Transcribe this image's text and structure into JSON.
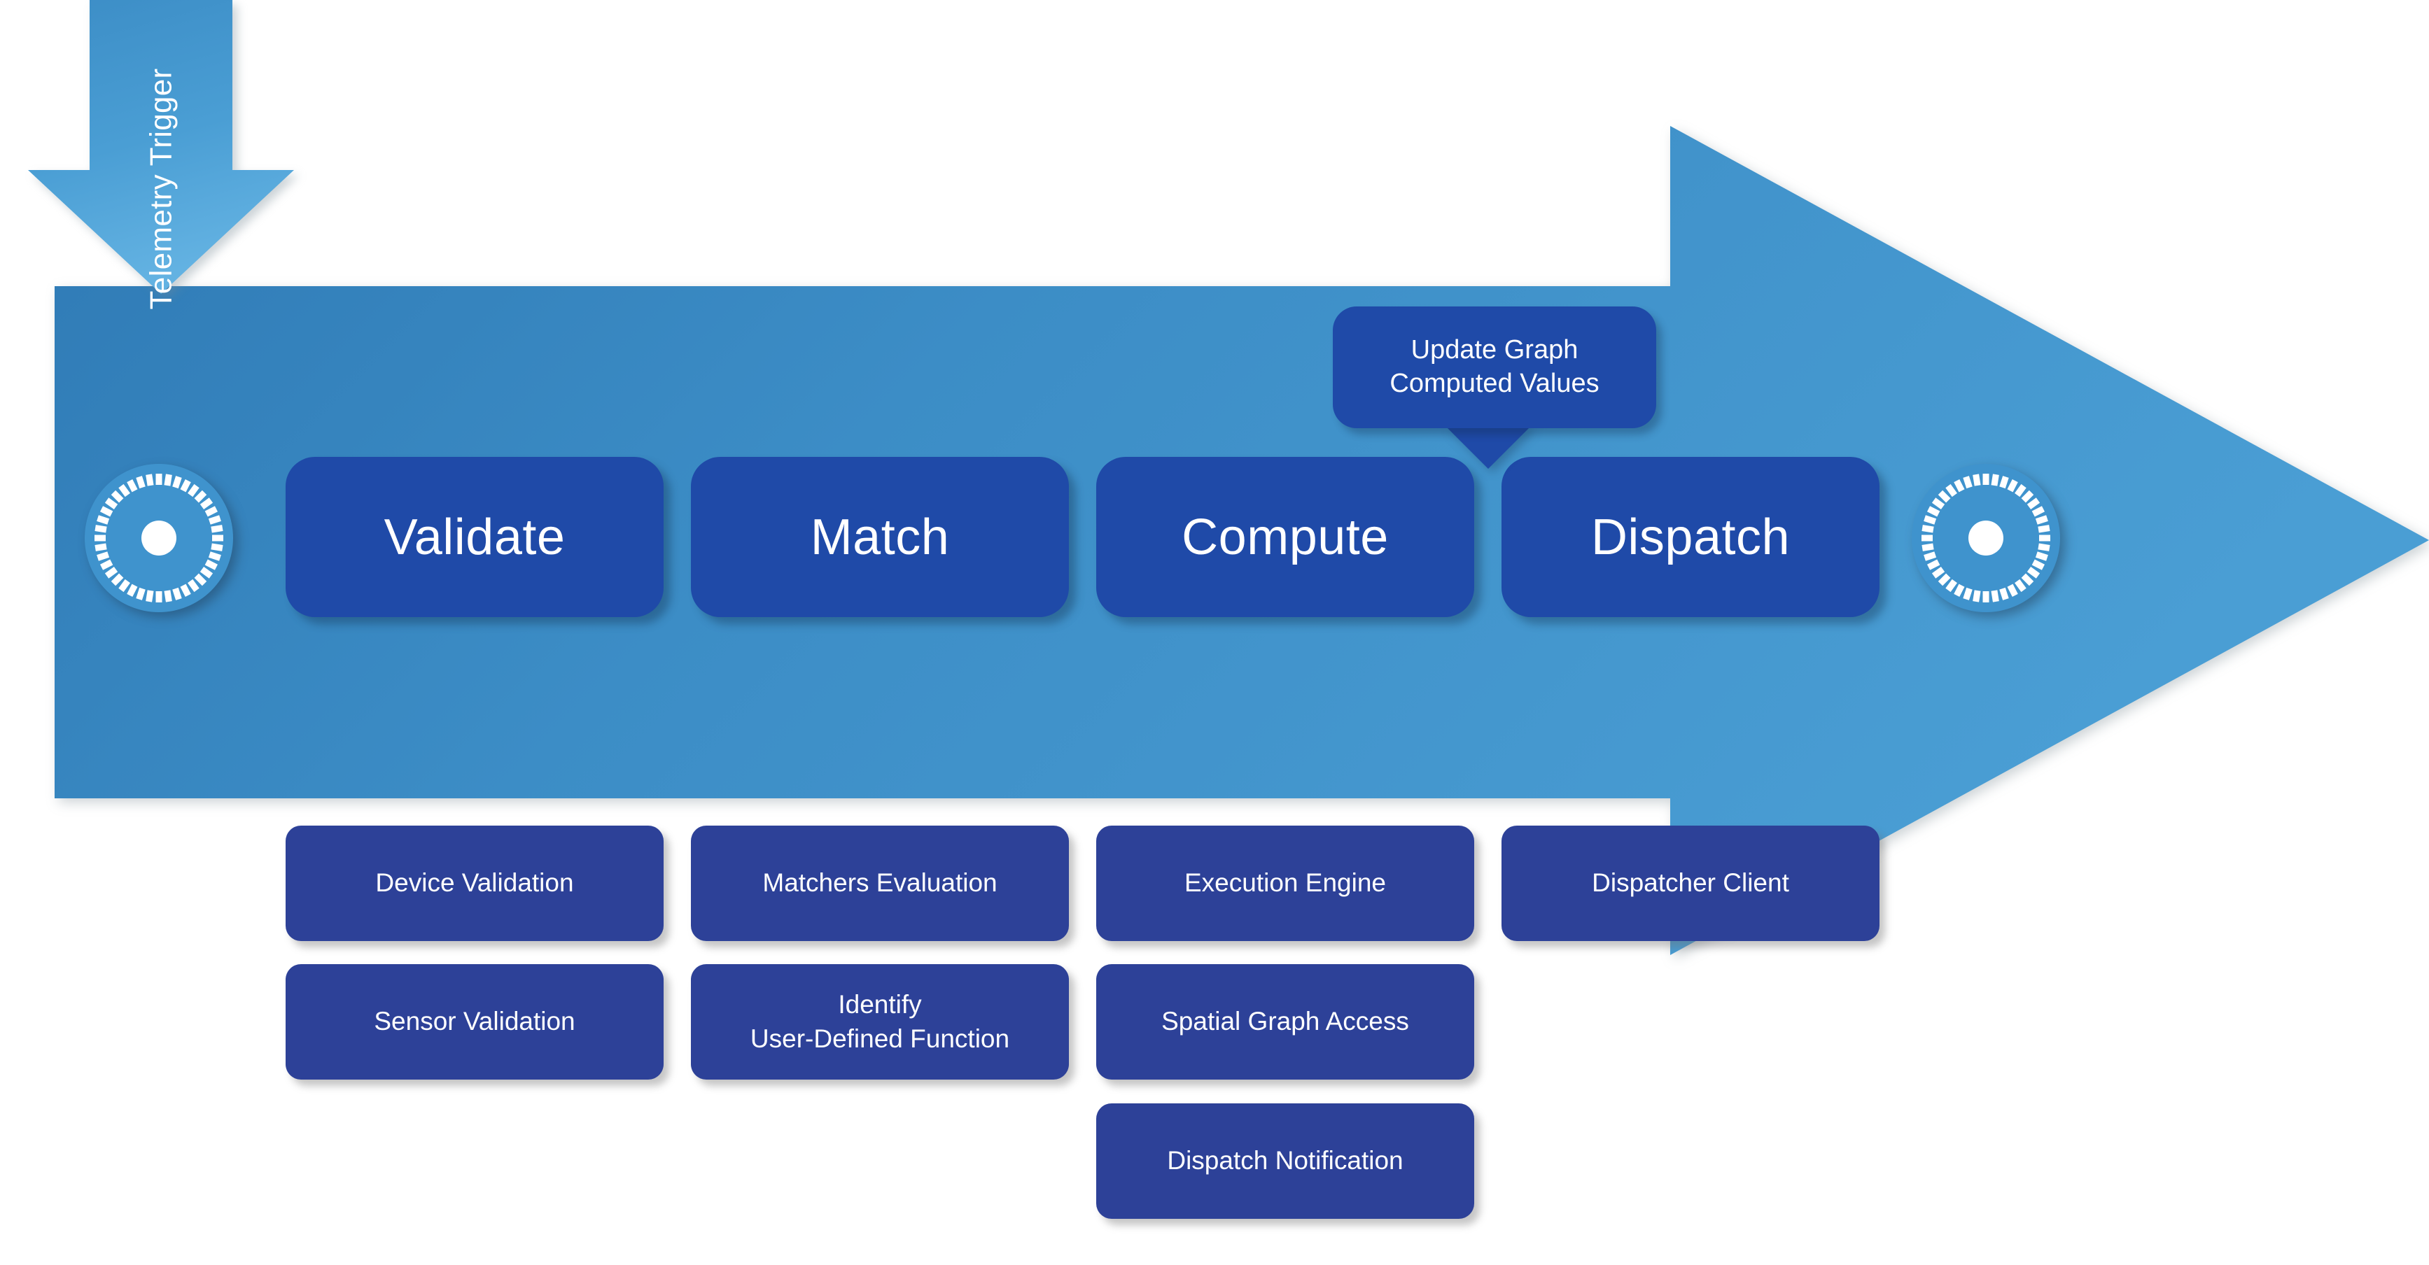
{
  "diagram": {
    "title": "Telemetry Processing Pipeline",
    "colors": {
      "arrow_light": "#4a9ed4",
      "arrow_mid": "#3c8dc6",
      "arrow_dark": "#2f7ab5",
      "stage_box": "#1f4aa8",
      "sub_box": "#2d4198",
      "callout": "#1f4aa8",
      "text": "#ffffff",
      "background": "#ffffff"
    },
    "trigger": {
      "label": "Telemetry Trigger",
      "icon": "down-arrow-icon"
    },
    "endpoints": {
      "start_icon": "dial-gauge-icon",
      "end_icon": "dial-gauge-icon"
    },
    "callout": {
      "line1": "Update Graph",
      "line2": "Computed Values"
    },
    "stages": [
      {
        "label": "Validate"
      },
      {
        "label": "Match"
      },
      {
        "label": "Compute"
      },
      {
        "label": "Dispatch"
      }
    ],
    "columns": [
      {
        "stage": "Validate",
        "items": [
          {
            "line1": "Device Validation",
            "line2": ""
          },
          {
            "line1": "Sensor Validation",
            "line2": ""
          }
        ]
      },
      {
        "stage": "Match",
        "items": [
          {
            "line1": "Matchers Evaluation",
            "line2": ""
          },
          {
            "line1": "Identify",
            "line2": "User-Defined Function"
          }
        ]
      },
      {
        "stage": "Compute",
        "items": [
          {
            "line1": "Execution Engine",
            "line2": ""
          },
          {
            "line1": "Spatial Graph Access",
            "line2": ""
          },
          {
            "line1": "Dispatch Notification",
            "line2": ""
          }
        ]
      },
      {
        "stage": "Dispatch",
        "items": [
          {
            "line1": "Dispatcher Client",
            "line2": ""
          }
        ]
      }
    ]
  }
}
